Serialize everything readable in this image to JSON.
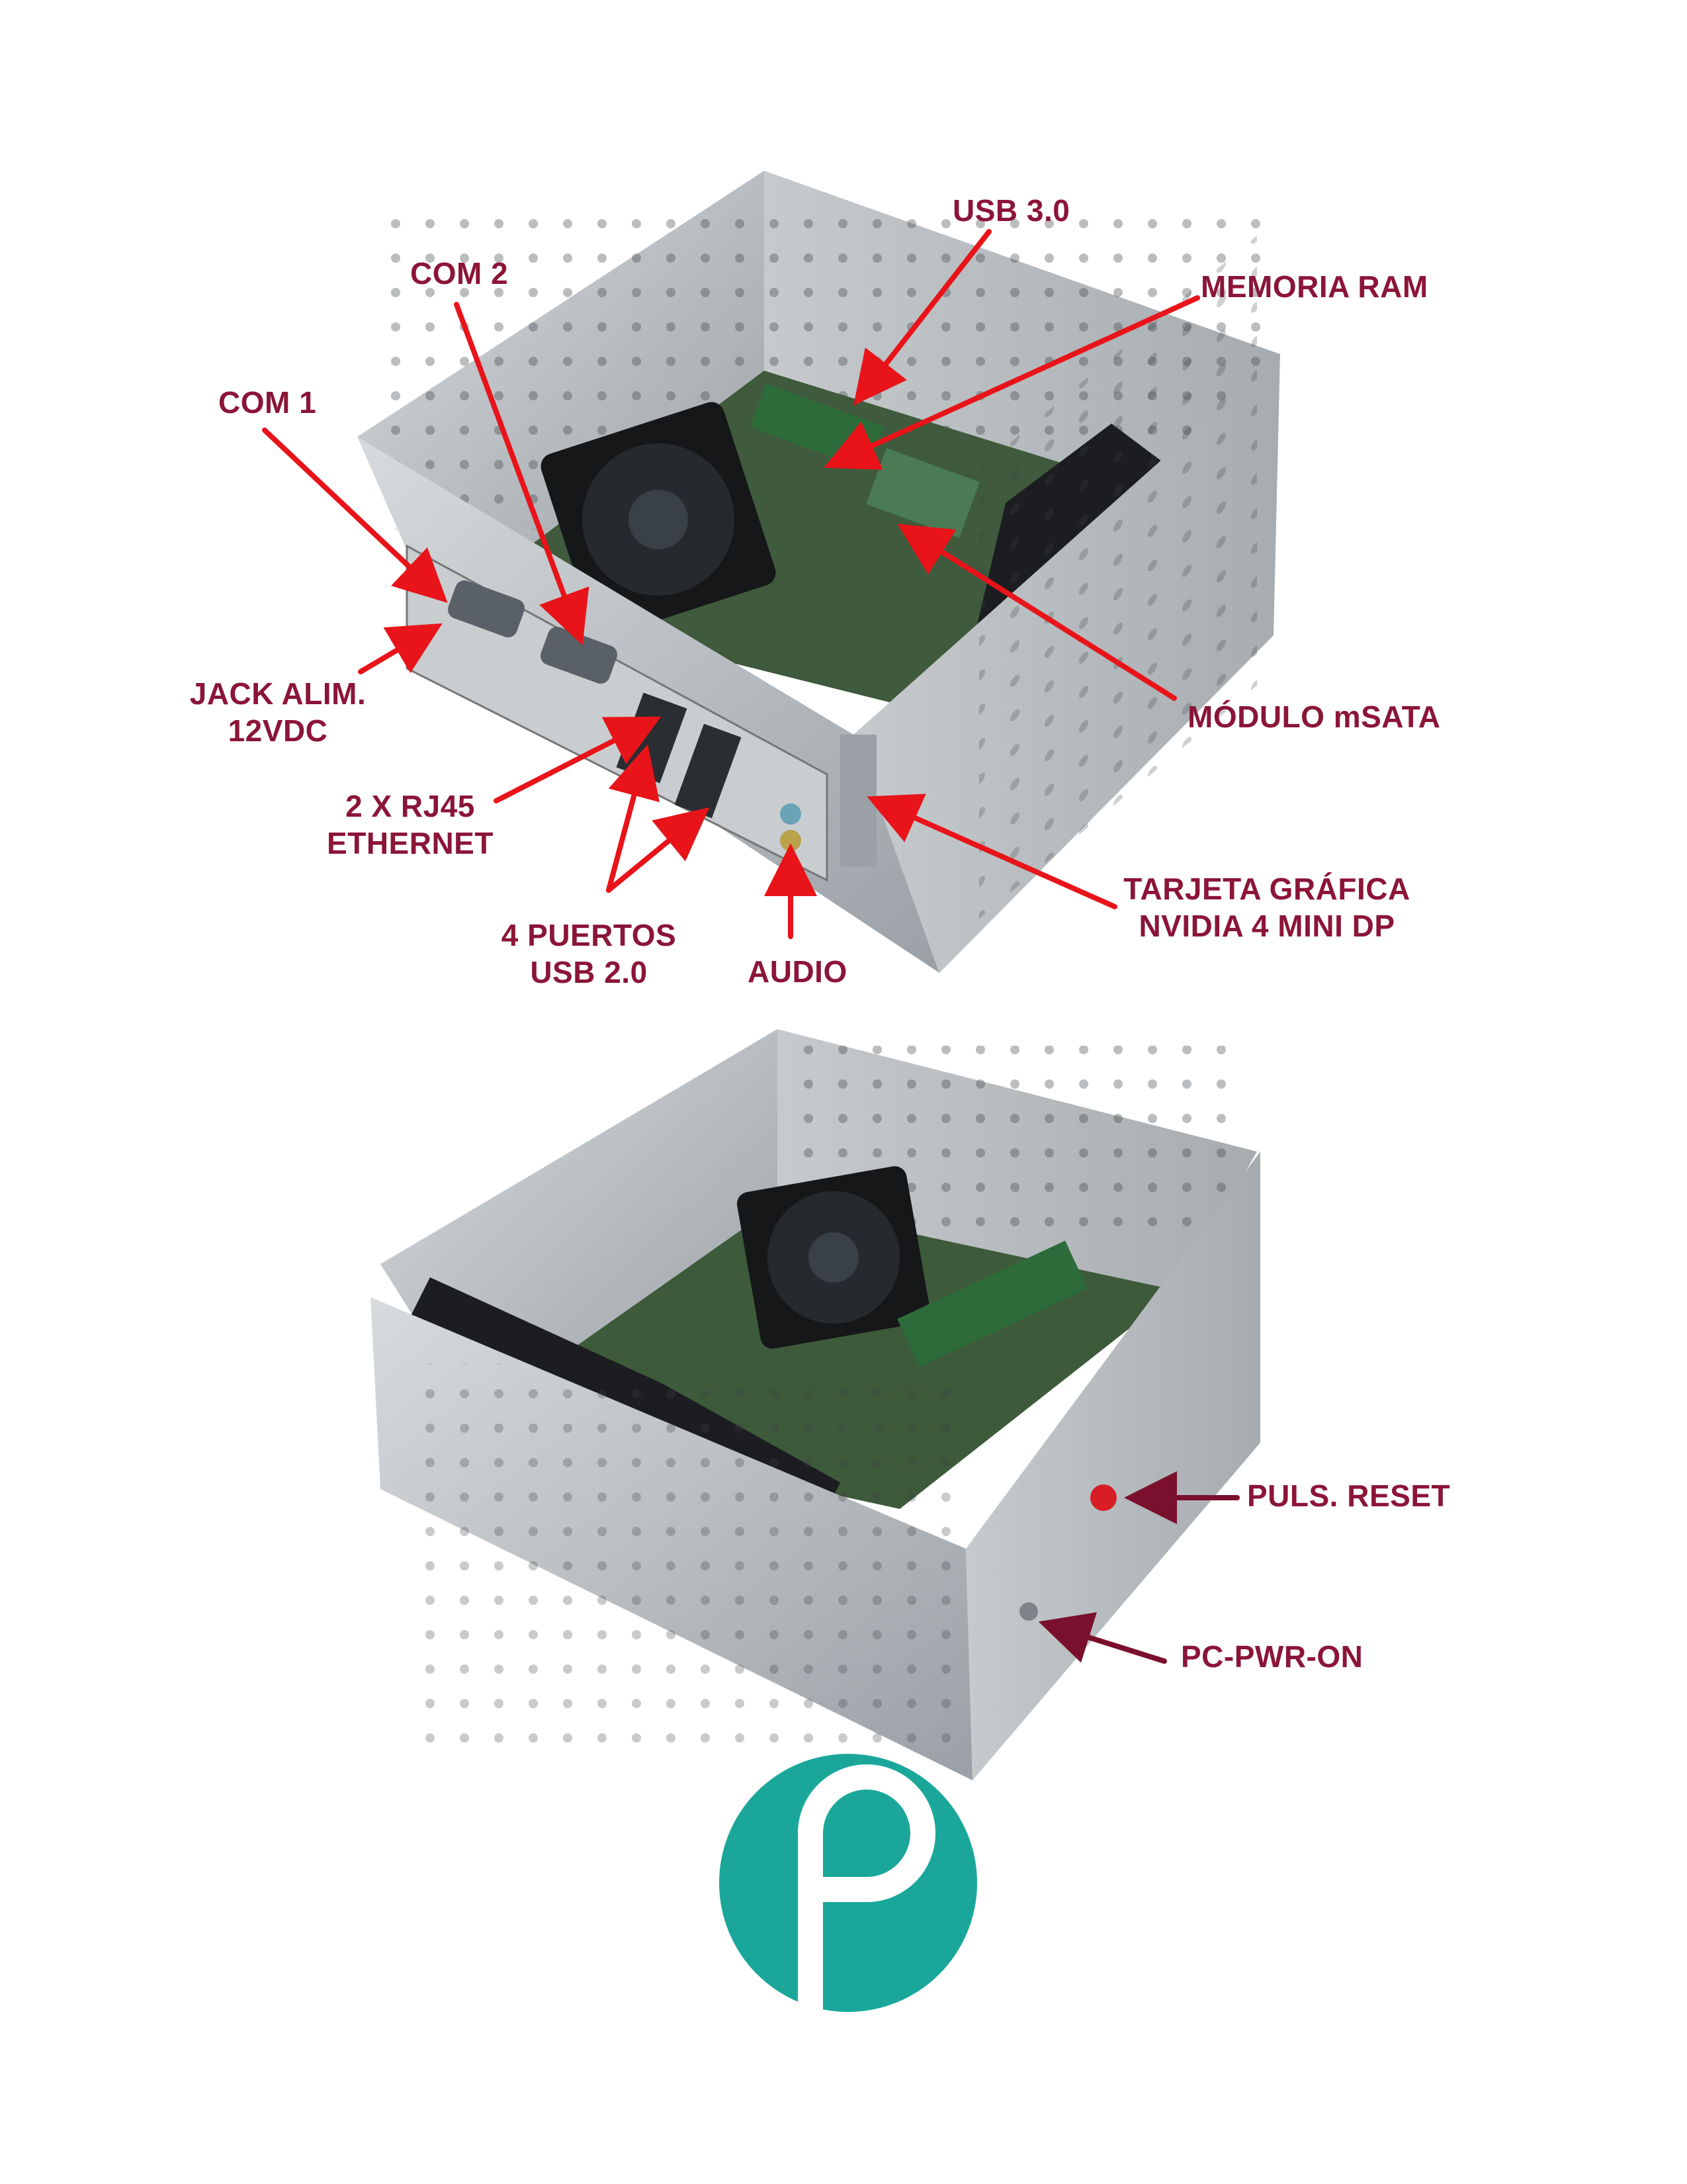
{
  "top_labels": {
    "usb30": "USB 3.0",
    "com2": "COM 2",
    "memoria_ram": "MEMORIA RAM",
    "com1": "COM 1",
    "jack_line1": "JACK ALIM.",
    "jack_line2": "12VDC",
    "modulo_msata": "MÓDULO mSATA",
    "rj45_line1": "2 X RJ45",
    "rj45_line2": "ETHERNET",
    "tarjeta_line1": "TARJETA GRÁFICA",
    "tarjeta_line2": "NVIDIA 4 MINI DP",
    "usb20_line1": "4 PUERTOS",
    "usb20_line2": "USB 2.0",
    "audio": "AUDIO"
  },
  "bottom_labels": {
    "puls_reset": "PULS. RESET",
    "pc_pwr_on": "PC-PWR-ON"
  },
  "colors": {
    "label": "#8b1538",
    "arrow_red": "#e8141a",
    "arrow_maroon": "#7a0f2e",
    "logo_teal": "#1aa79a",
    "metal": "#b9bec2"
  },
  "logo": {
    "name": "p-logo-icon"
  }
}
